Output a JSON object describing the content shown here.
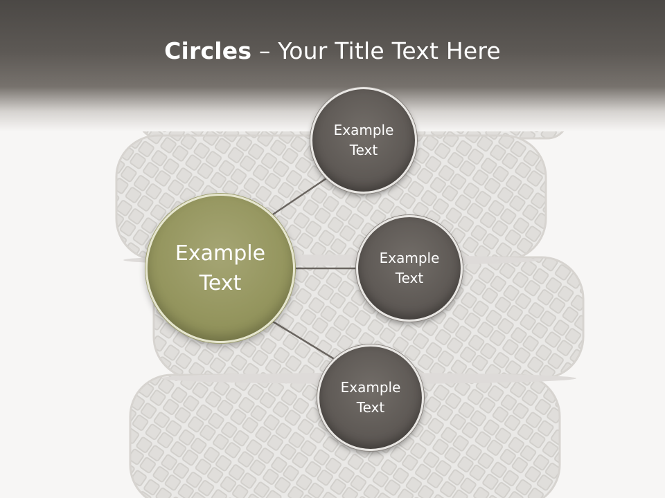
{
  "slide": {
    "title_bold": "Circles",
    "title_rest": " – Your Title Text Here"
  },
  "diagram": {
    "center": {
      "label": "Example\nText",
      "color": "#95965f"
    },
    "nodes": [
      {
        "label": "Example\nText",
        "color": "#5e5955"
      },
      {
        "label": "Example\nText",
        "color": "#5e5955"
      },
      {
        "label": "Example\nText",
        "color": "#5e5955"
      }
    ]
  },
  "colors": {
    "header": "#4b4845",
    "background": "#f7f6f5",
    "connector": "#6a6560"
  }
}
